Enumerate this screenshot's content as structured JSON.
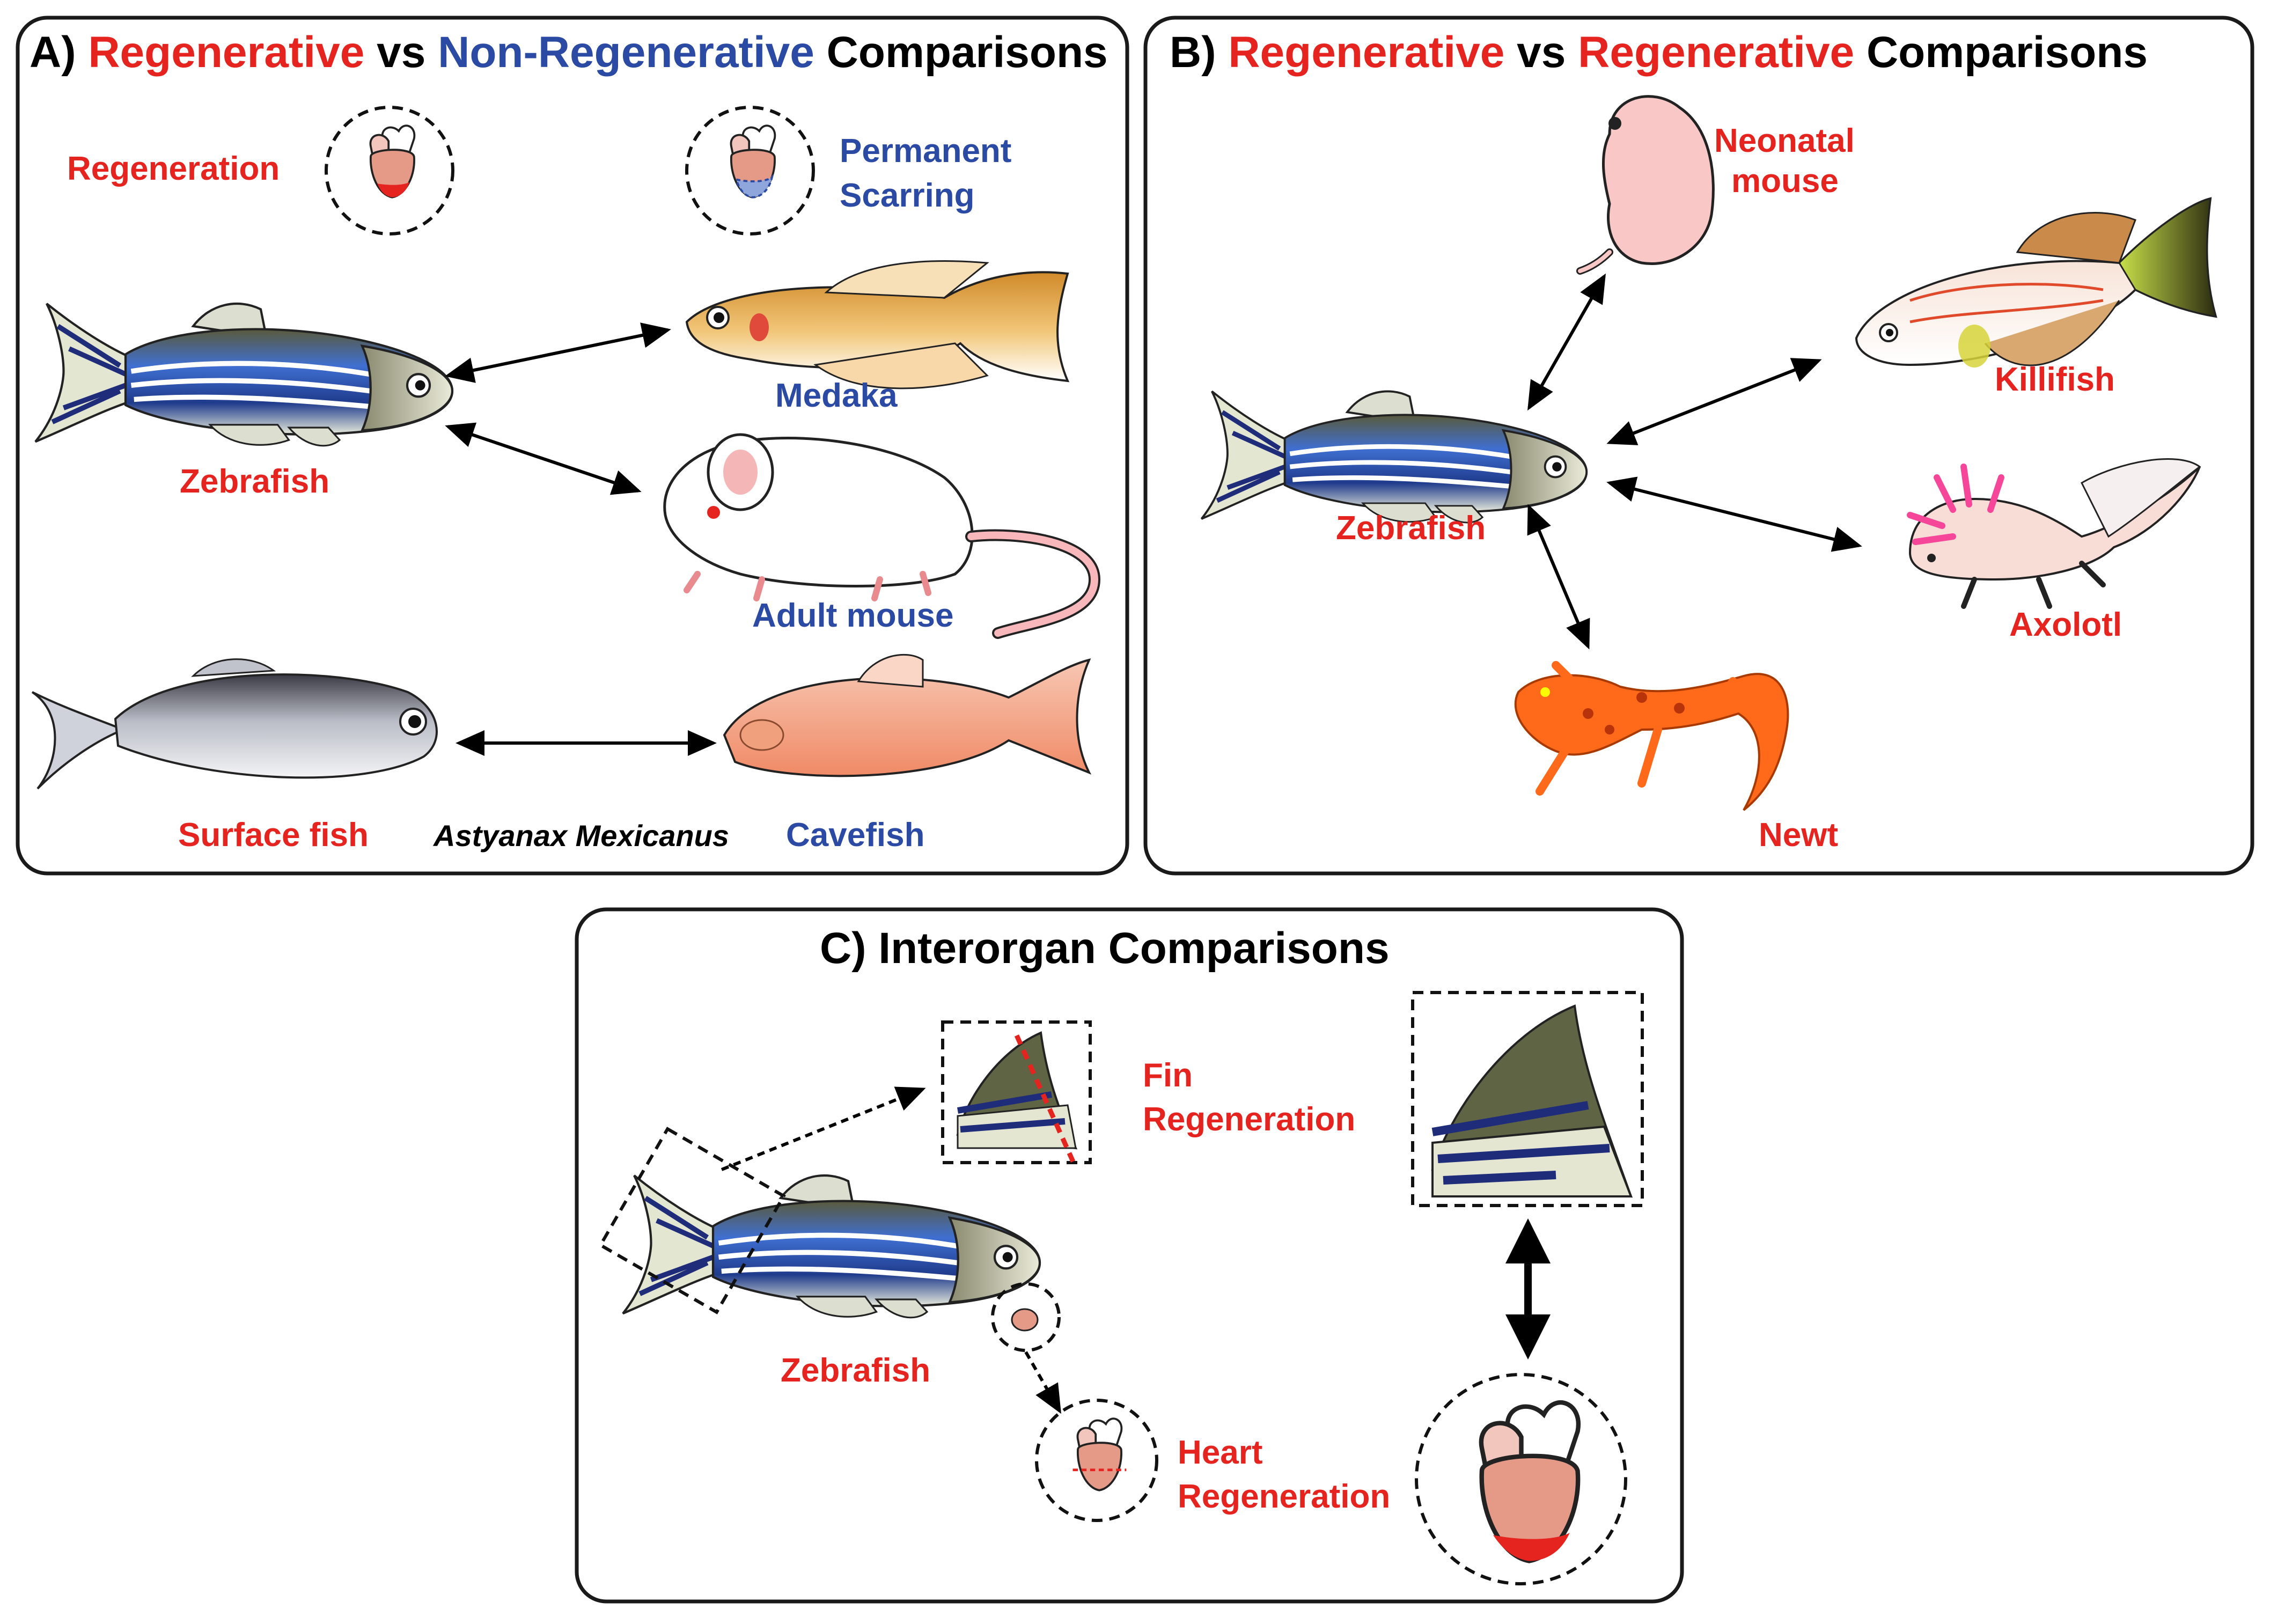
{
  "panel_a": {
    "title_prefix": "A) ",
    "title_regen": "Regenerative",
    "title_vs": " vs ",
    "title_nonregen": "Non-Regenerative",
    "title_suffix": " Comparisons",
    "regeneration_label": "Regeneration",
    "scarring_line1": "Permanent",
    "scarring_line2": "Scarring",
    "zebrafish": "Zebrafish",
    "medaka": "Medaka",
    "adult_mouse": "Adult mouse",
    "surface_fish": "Surface fish",
    "species": "Astyanax Mexicanus",
    "cavefish": "Cavefish"
  },
  "panel_b": {
    "title_prefix": "B) ",
    "title_regen1": "Regenerative",
    "title_vs": " vs ",
    "title_regen2": "Regenerative",
    "title_suffix": " Comparisons",
    "neonatal_line1": "Neonatal",
    "neonatal_line2": "mouse",
    "killifish": "Killifish",
    "zebrafish": "Zebrafish",
    "axolotl": "Axolotl",
    "newt": "Newt"
  },
  "panel_c": {
    "title": "C) Interorgan Comparisons",
    "fin_line1": "Fin",
    "fin_line2": "Regeneration",
    "zebrafish": "Zebrafish",
    "heart_line1": "Heart",
    "heart_line2": "Regeneration"
  },
  "colors": {
    "regenerative": "#e52420",
    "non_regenerative": "#2b4aa3"
  },
  "icons": [
    "zebrafish-illustration",
    "medaka-illustration",
    "mouse-illustration",
    "surface-fish-illustration",
    "cavefish-illustration",
    "neonatal-mouse-illustration",
    "killifish-illustration",
    "axolotl-illustration",
    "newt-illustration",
    "heart-icon",
    "fin-icon"
  ]
}
